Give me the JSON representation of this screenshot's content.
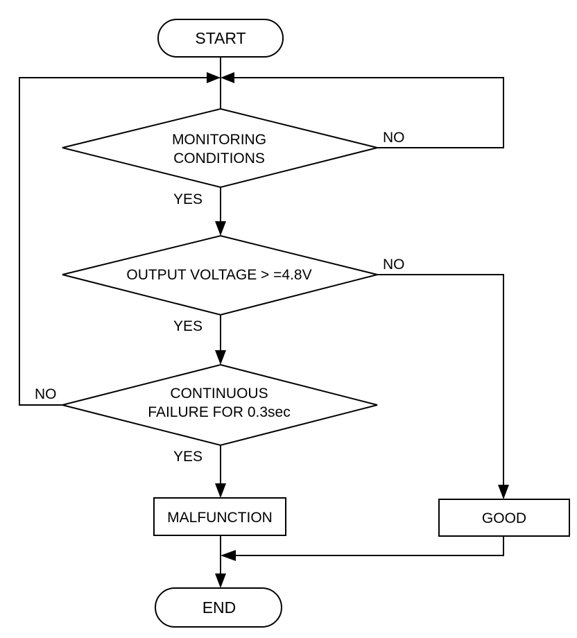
{
  "flowchart": {
    "start": "START",
    "end": "END",
    "decisions": [
      {
        "line1": "MONITORING",
        "line2": "CONDITIONS",
        "yes": "YES",
        "no": "NO"
      },
      {
        "line1": "OUTPUT VOLTAGE > =4.8V",
        "yes": "YES",
        "no": "NO"
      },
      {
        "line1": "CONTINUOUS",
        "line2": "FAILURE FOR 0.3sec",
        "yes": "YES",
        "no": "NO"
      }
    ],
    "results": {
      "malfunction": "MALFUNCTION",
      "good": "GOOD"
    }
  },
  "colors": {
    "stroke": "#000000",
    "background": "#ffffff"
  }
}
